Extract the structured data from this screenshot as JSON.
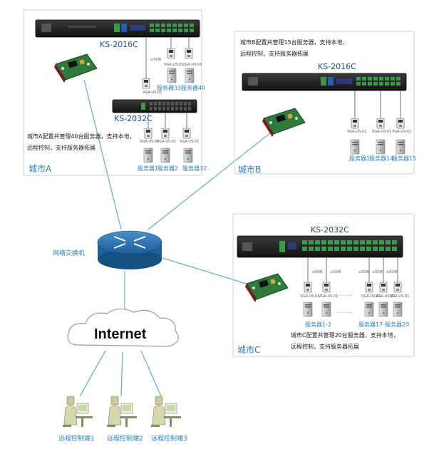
{
  "cities": {
    "a": {
      "label": "城市A",
      "model_top": "KS-2016C",
      "model_bottom": "KS-2032C",
      "description_line1": "城市A配置共管理40台服务器，支持本地，",
      "description_line2": "远程控制，支持服务器拓展",
      "module_label": "VGA-US-01",
      "cable_label": "≤50米",
      "servers_top": [
        "服务器33",
        "服务器40"
      ],
      "servers_bottom": [
        "服务器1",
        "服务器2",
        "服务器32"
      ]
    },
    "b": {
      "label": "城市B",
      "model": "KS-2016C",
      "description_line1": "城市B配置共管理15台服务器，支持本地，",
      "description_line2": "远程控制，支持服务器拓展",
      "module_label": "VGA-US-01",
      "servers": [
        "服务器1",
        "服务器14",
        "服务器15"
      ]
    },
    "c": {
      "label": "城市C",
      "model": "KS-2032C",
      "description_line1": "城市C配置共管理20台服务器，支持本地，",
      "description_line2": "远程控制，支持服务器拓展",
      "module_label": "VGA-US-01",
      "cable_label": "≤50米",
      "servers": [
        "服务器1-2",
        "服务器17-服务器20"
      ]
    }
  },
  "network": {
    "switch_label": "网络交换机",
    "internet_label": "Internet"
  },
  "remotes": [
    "远程控制端1",
    "远程控制端2",
    "远程控制端3"
  ],
  "colors": {
    "accent": "#2d7fb8",
    "link_line": "#6fb3b3",
    "kvm_body": "#1e1e1e",
    "port_green": "#3a9a4a"
  }
}
